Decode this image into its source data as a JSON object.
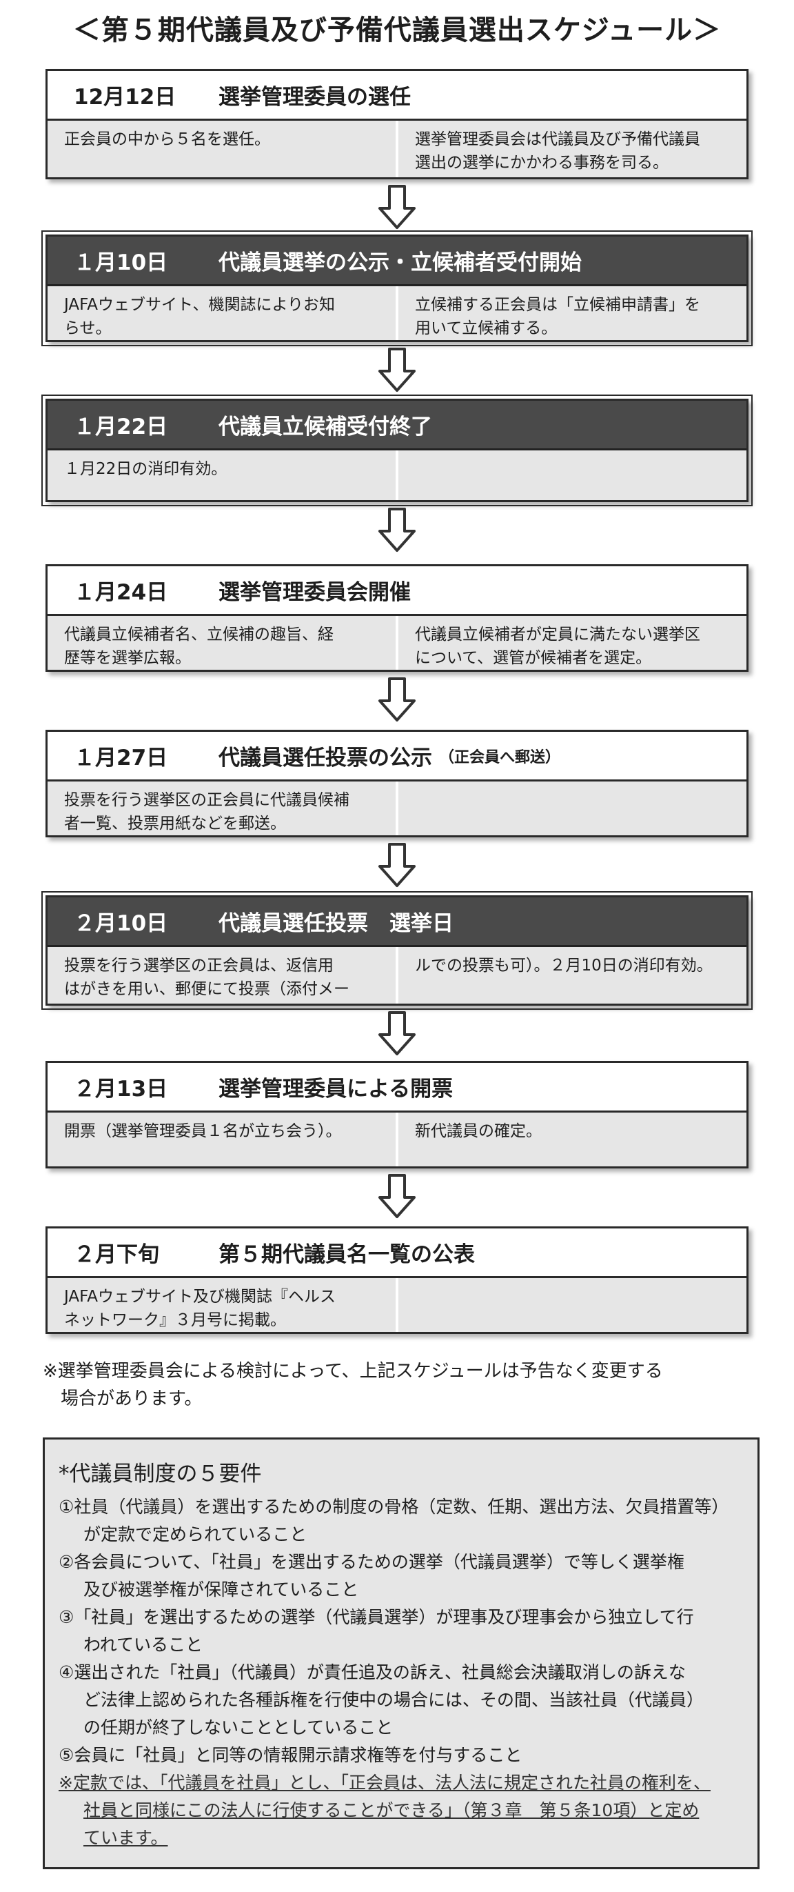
{
  "title": "＜第５期代議員及び予備代議員選出スケジュール＞",
  "steps": [
    {
      "date": "12月12日",
      "event": "選挙管理委員の選任",
      "sub": "",
      "dark": false,
      "left": "正会員の中から５名を選任。",
      "right": "選挙管理委員会は代議員及び予備代議員\n選出の選挙にかかわる事務を司る。"
    },
    {
      "date": "１月10日",
      "event": "代議員選挙の公示・立候補者受付開始",
      "sub": "",
      "dark": true,
      "left": "JAFAウェブサイト、機関誌によりお知\nらせ。",
      "right": "立候補する正会員は「立候補申請書」を\n用いて立候補する。"
    },
    {
      "date": "１月22日",
      "event": "代議員立候補受付終了",
      "sub": "",
      "dark": true,
      "left": "１月22日の消印有効。",
      "right": ""
    },
    {
      "date": "１月24日",
      "event": "選挙管理委員会開催",
      "sub": "",
      "dark": false,
      "left": "代議員立候補者名、立候補の趣旨、経\n歴等を選挙広報。",
      "right": "代議員立候補者が定員に満たない選挙区\nについて、選管が候補者を選定。"
    },
    {
      "date": "１月27日",
      "event": "代議員選任投票の公示",
      "sub": "（正会員へ郵送）",
      "dark": false,
      "left": "投票を行う選挙区の正会員に代議員候補\n者一覧、投票用紙などを郵送。",
      "right": ""
    },
    {
      "date": "２月10日",
      "event": "代議員選任投票　選挙日",
      "sub": "",
      "dark": true,
      "left": "投票を行う選挙区の正会員は、返信用\nはがきを用い、郵便にて投票（添付メー",
      "right": "ルでの投票も可）。２月10日の消印有効。"
    },
    {
      "date": "２月13日",
      "event": "選挙管理委員による開票",
      "sub": "",
      "dark": false,
      "left": "開票（選挙管理委員１名が立ち会う）。",
      "right": "新代議員の確定。"
    },
    {
      "date": "２月下旬",
      "event": "第５期代議員名一覧の公表",
      "sub": "",
      "dark": false,
      "left": "JAFAウェブサイト及び機関誌『ヘルス\nネットワーク』３月号に掲載。",
      "right": ""
    }
  ],
  "note": "※選挙管理委員会による検討によって、上記スケジュールは予告なく変更する\n　場合があります。",
  "requirements": {
    "title": "*代議員制度の５要件",
    "items": [
      "①社員（代議員）を選出するための制度の骨格（定数、任期、選出方法、欠員措置等）\nが定款で定められていること",
      "②各会員について、「社員」を選出するための選挙（代議員選挙）で等しく選挙権\n及び被選挙権が保障されていること",
      "③「社員」を選出するための選挙（代議員選挙）が理事及び理事会から独立して行\nわれていること",
      "④選出された「社員」（代議員）が責任追及の訴え、社員総会決議取消しの訴えな\nど法律上認められた各種訴権を行使中の場合には、その間、当該社員（代議員）\nの任期が終了しないこととしていること",
      "⑤会員に「社員」と同等の情報開示請求権等を付与すること"
    ],
    "footnote": "※定款では、「代議員を社員」とし、「正会員は、法人法に規定された社員の権利を、\n社員と同様にこの法人に行使することができる」（第３章　第５条10項）と定め\nています。"
  }
}
